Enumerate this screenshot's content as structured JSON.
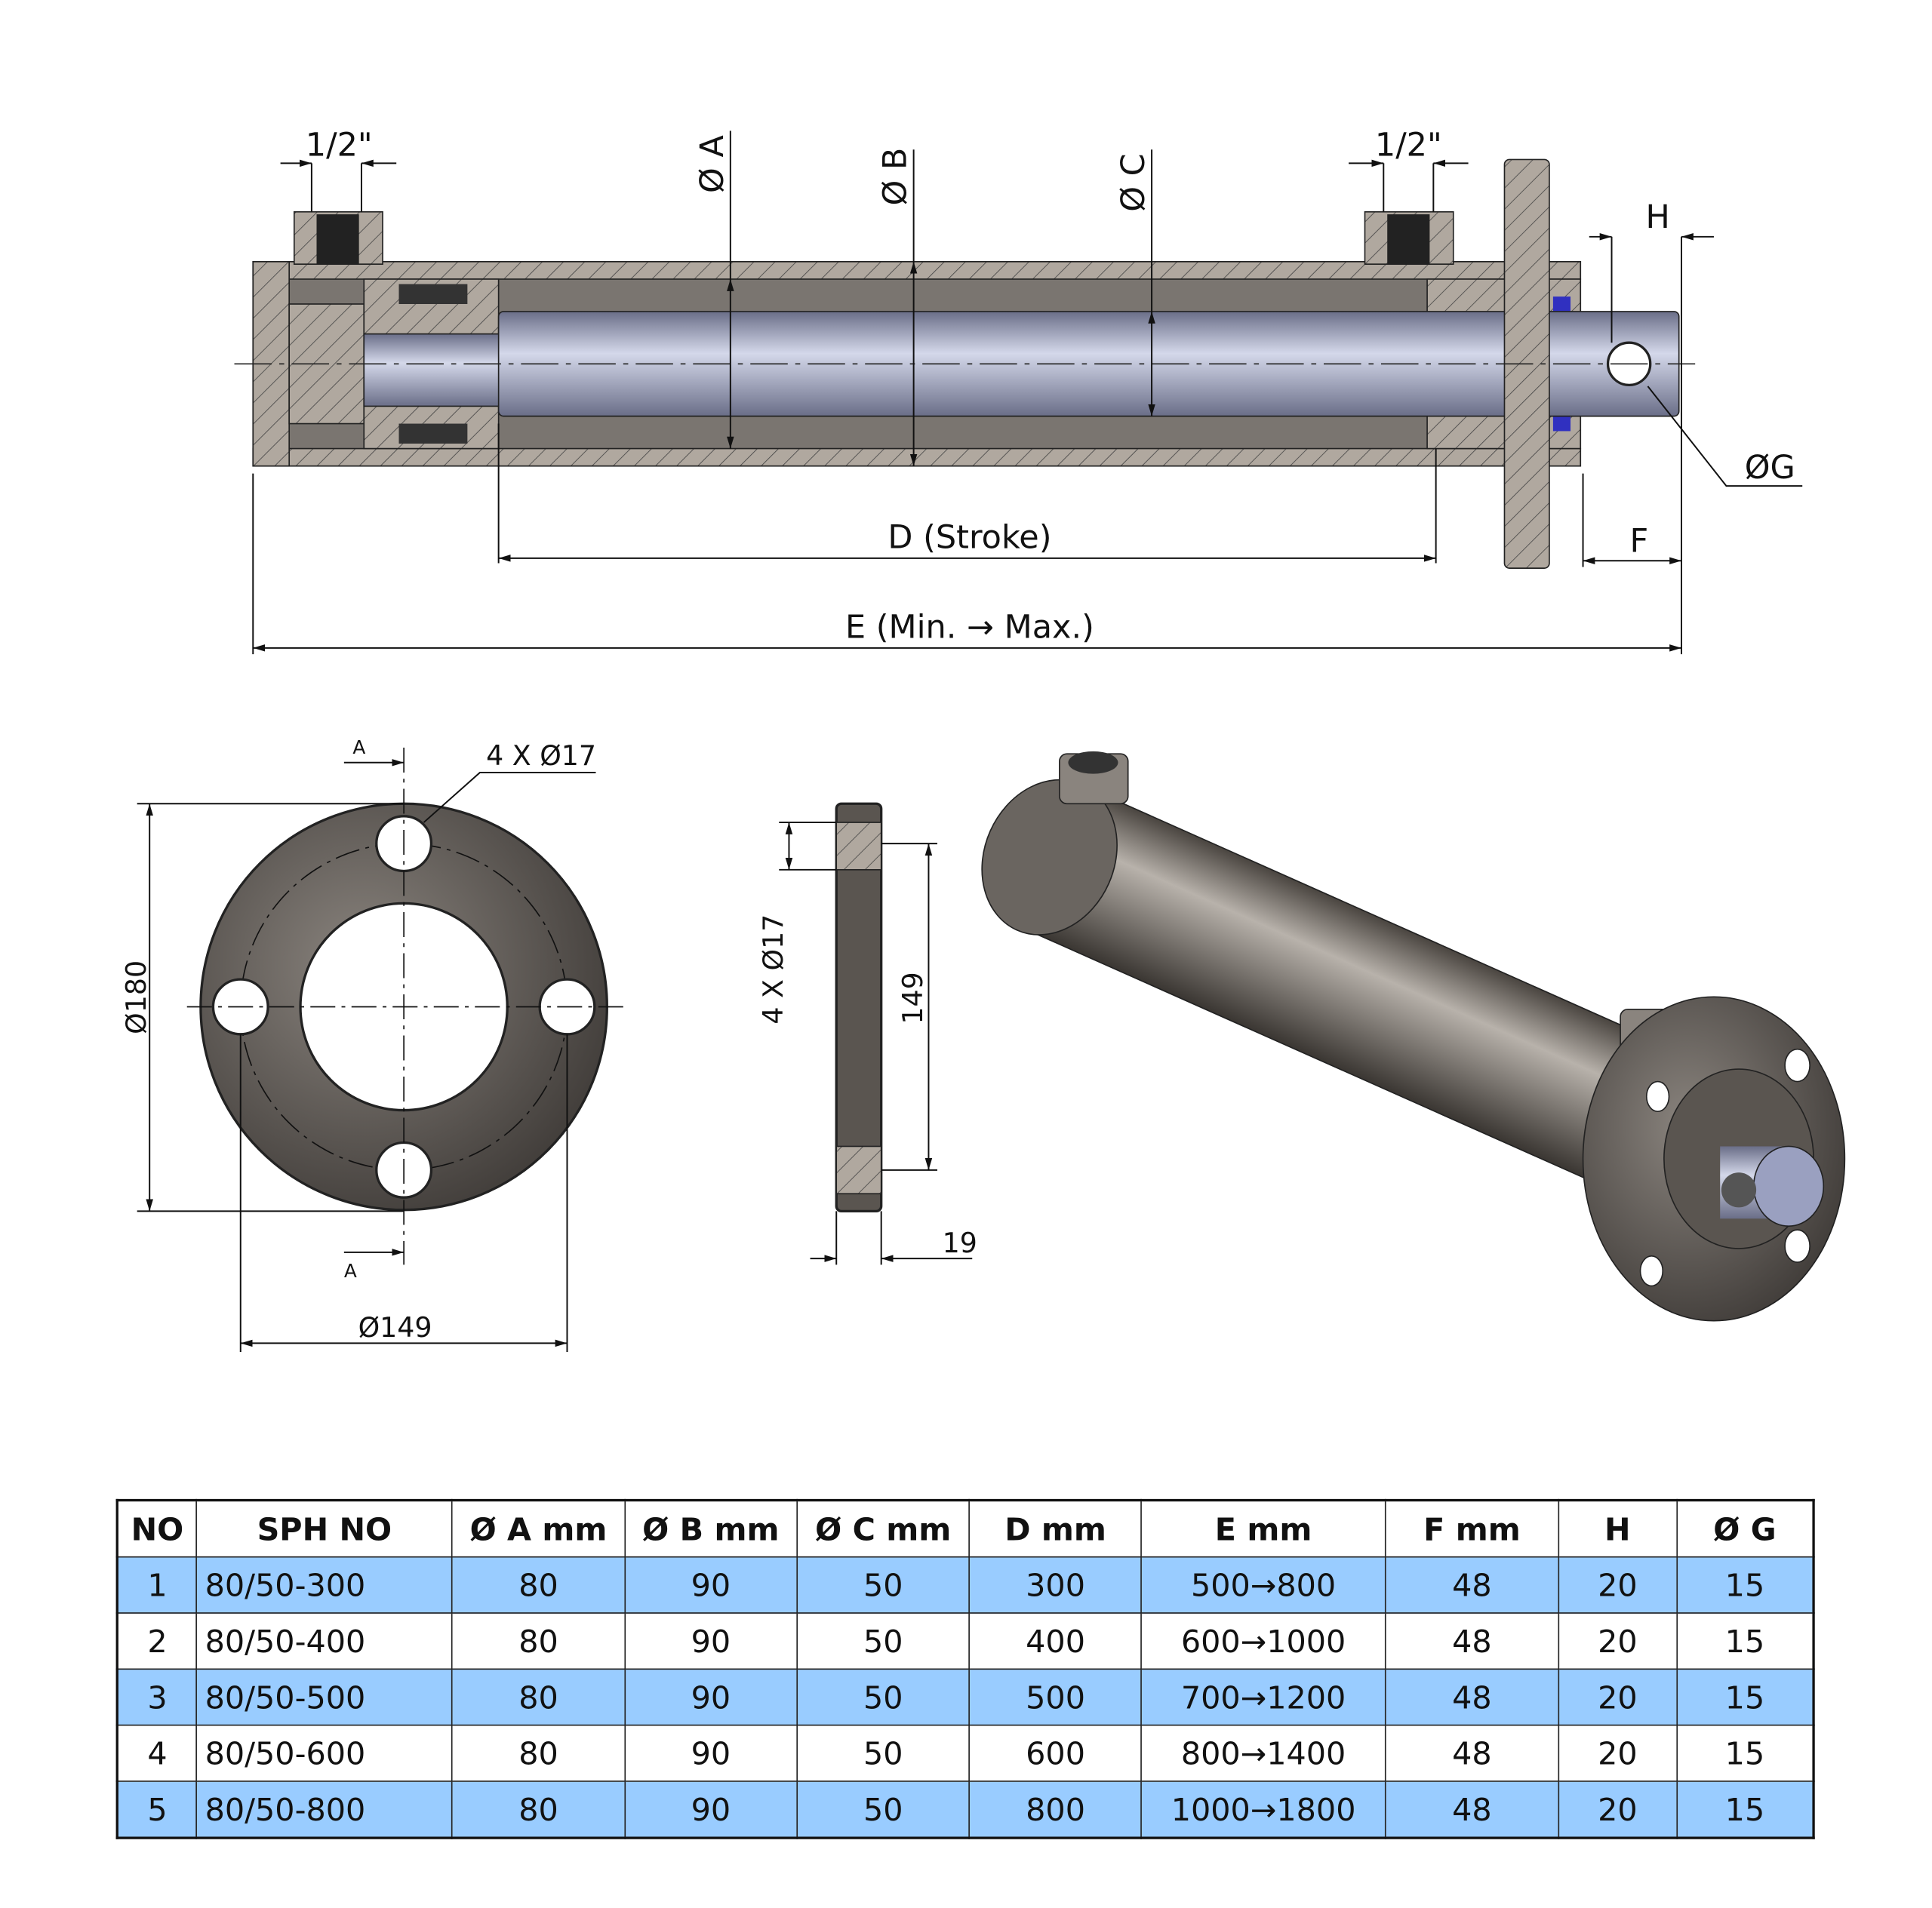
{
  "drawing": {
    "port_left": "1/2\"",
    "port_right": "1/2\"",
    "dia_a": "Ø A",
    "dia_b": "Ø B",
    "dia_c": "Ø C",
    "h": "H",
    "g": "ØG",
    "d": "D (Stroke)",
    "f": "F",
    "e": "E (Min. → Max.)",
    "flange_holes": "4 X Ø17",
    "flange_outer": "Ø180",
    "flange_bolt_circle": "Ø149",
    "section_top": "A",
    "section_bottom": "A",
    "side_holes": "4 X Ø17",
    "side_149": "149",
    "side_thickness": "19"
  },
  "table": {
    "headers": [
      "NO",
      "SPH NO",
      "Ø A mm",
      "Ø B mm",
      "Ø C mm",
      "D mm",
      "E mm",
      "F mm",
      "H",
      "Ø G"
    ],
    "rows": [
      [
        "1",
        "80/50-300",
        "80",
        "90",
        "50",
        "300",
        "500→800",
        "48",
        "20",
        "15"
      ],
      [
        "2",
        "80/50-400",
        "80",
        "90",
        "50",
        "400",
        "600→1000",
        "48",
        "20",
        "15"
      ],
      [
        "3",
        "80/50-500",
        "80",
        "90",
        "50",
        "500",
        "700→1200",
        "48",
        "20",
        "15"
      ],
      [
        "4",
        "80/50-600",
        "80",
        "90",
        "50",
        "600",
        "800→1400",
        "48",
        "20",
        "15"
      ],
      [
        "5",
        "80/50-800",
        "80",
        "90",
        "50",
        "800",
        "1000→1800",
        "48",
        "20",
        "15"
      ]
    ]
  },
  "colors": {
    "row_highlight": "#99ccff",
    "seal": "#3030c0"
  }
}
